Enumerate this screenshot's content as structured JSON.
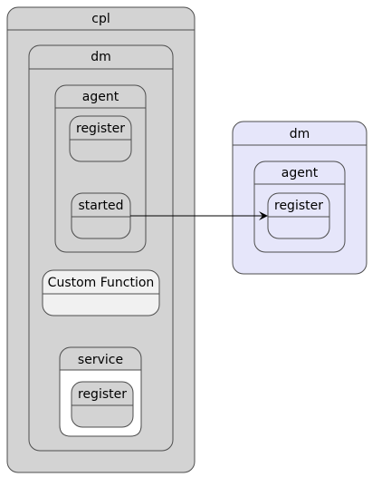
{
  "colors": {
    "state_fill": "#d3d3d3",
    "state_stroke": "#4d4d4d",
    "external_fill": "#e6e6fa",
    "custom_function_fill": "#f1f1f1",
    "service_inner_fill": "#ffffff",
    "arrow": "#000000"
  },
  "states": {
    "cpl": "cpl",
    "dm": "dm",
    "agent": "agent",
    "agent_register": "register",
    "agent_started": "started",
    "custom_function": "Custom Function",
    "service": "service",
    "service_register": "register"
  },
  "external": {
    "dm": "dm",
    "agent": "agent",
    "register": "register"
  },
  "transitions": [
    {
      "from": "started",
      "to": "register"
    }
  ]
}
